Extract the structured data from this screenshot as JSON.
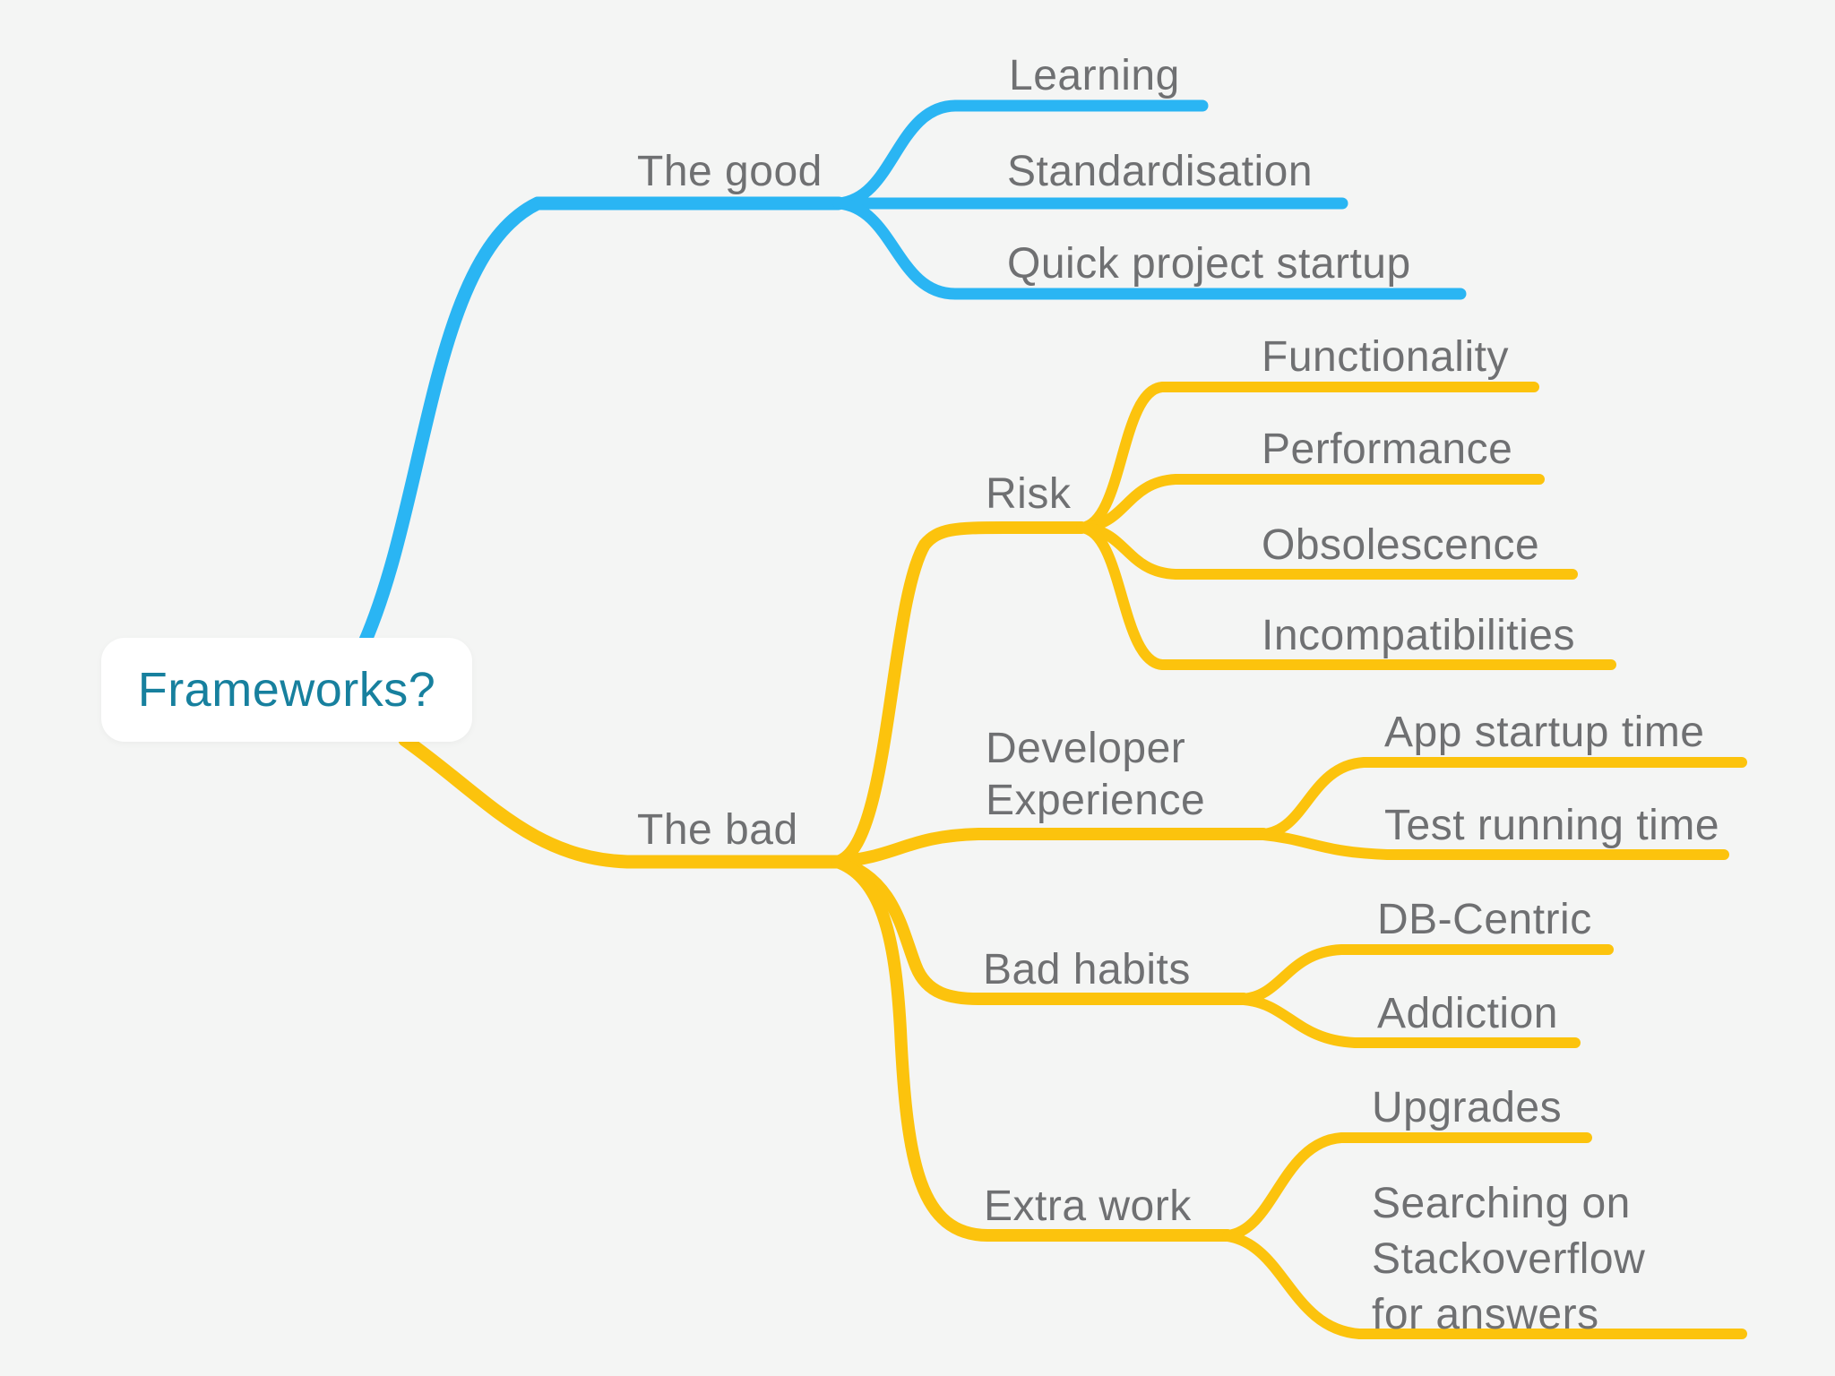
{
  "colors": {
    "background": "#F4F5F4",
    "good_accent": "#2AB5F3",
    "bad_accent": "#FCC30D",
    "text": "#6F7072",
    "root_text": "#17809E",
    "root_box": "#FFFFFF"
  },
  "mindmap": {
    "root": {
      "label": "Frameworks?"
    },
    "branches": {
      "good": {
        "label": "The good",
        "color": "#2AB5F3",
        "children": {
          "learning": {
            "label": "Learning"
          },
          "standardisation": {
            "label": "Standardisation"
          },
          "quick_project_startup": {
            "label": "Quick project startup"
          }
        }
      },
      "bad": {
        "label": "The bad",
        "color": "#FCC30D",
        "children": {
          "risk": {
            "label": "Risk",
            "children": {
              "functionality": {
                "label": "Functionality"
              },
              "performance": {
                "label": "Performance"
              },
              "obsolescence": {
                "label": "Obsolescence"
              },
              "incompatibilities": {
                "label": "Incompatibilities"
              }
            }
          },
          "developer_experience": {
            "label": "Developer\nExperience",
            "children": {
              "app_startup_time": {
                "label": "App startup time"
              },
              "test_running_time": {
                "label": "Test running time"
              }
            }
          },
          "bad_habits": {
            "label": "Bad habits",
            "children": {
              "db_centric": {
                "label": "DB-Centric"
              },
              "addiction": {
                "label": "Addiction"
              }
            }
          },
          "extra_work": {
            "label": "Extra work",
            "children": {
              "upgrades": {
                "label": "Upgrades"
              },
              "searching_on_stackoverflow_for_answers": {
                "label": "Searching on\nStackoverflow\nfor answers"
              }
            }
          }
        }
      }
    }
  }
}
